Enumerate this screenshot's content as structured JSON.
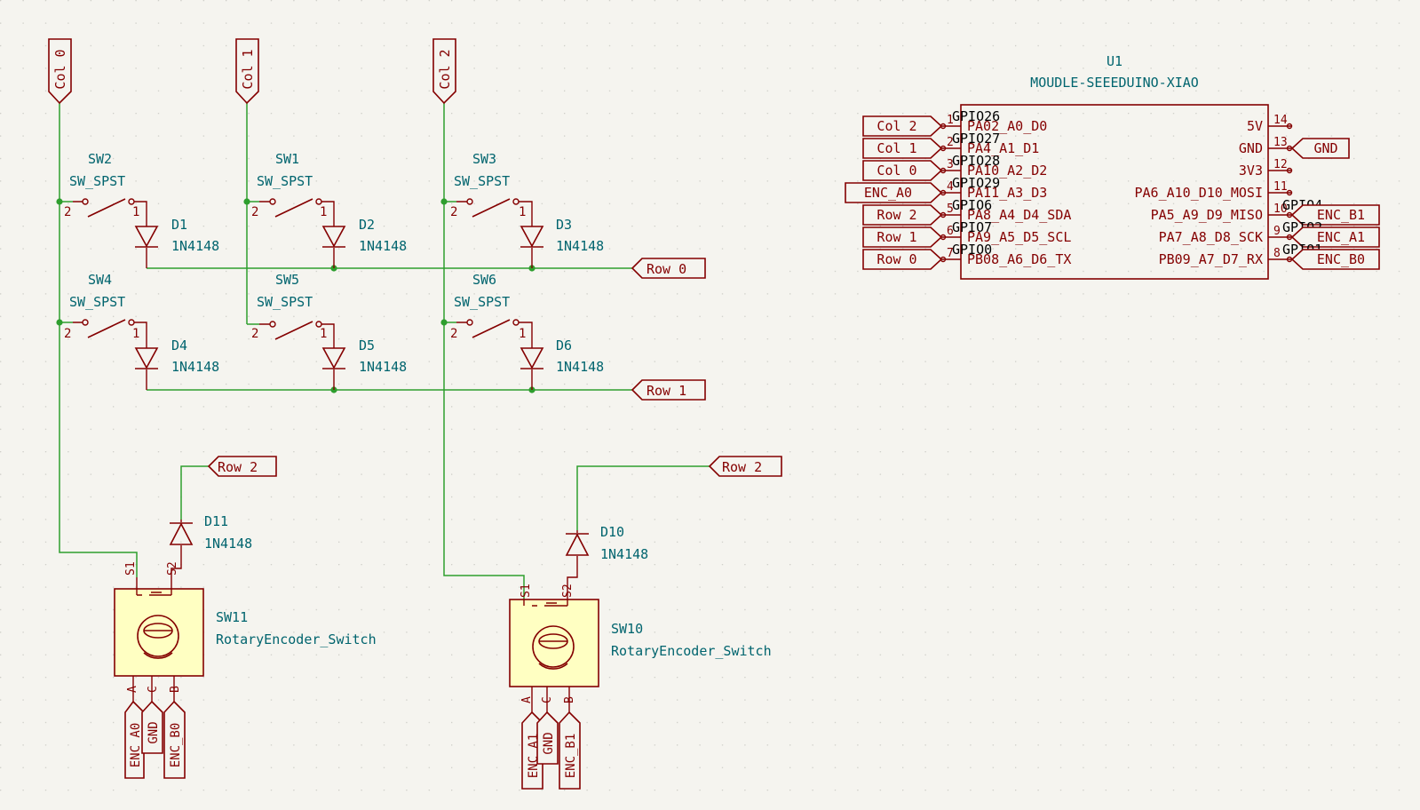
{
  "colors": {
    "background": "#f5f4ef",
    "wire": "#2e9e2e",
    "symbol": "#840000",
    "reference_text": "#00646e",
    "part_fill": "#ffffc2",
    "grid": "#c9c9c3"
  },
  "column_labels": [
    "Col 0",
    "Col 1",
    "Col 2"
  ],
  "row_labels": [
    "Row 0",
    "Row 1",
    "Row 2",
    "Row 2"
  ],
  "switches": [
    {
      "ref": "SW2",
      "value": "SW_SPST",
      "pin_a": "2",
      "pin_b": "1"
    },
    {
      "ref": "SW1",
      "value": "SW_SPST",
      "pin_a": "2",
      "pin_b": "1"
    },
    {
      "ref": "SW3",
      "value": "SW_SPST",
      "pin_a": "2",
      "pin_b": "1"
    },
    {
      "ref": "SW4",
      "value": "SW_SPST",
      "pin_a": "2",
      "pin_b": "1"
    },
    {
      "ref": "SW5",
      "value": "SW_SPST",
      "pin_a": "2",
      "pin_b": "1"
    },
    {
      "ref": "SW6",
      "value": "SW_SPST",
      "pin_a": "2",
      "pin_b": "1"
    }
  ],
  "diodes": [
    {
      "ref": "D1",
      "value": "1N4148"
    },
    {
      "ref": "D2",
      "value": "1N4148"
    },
    {
      "ref": "D3",
      "value": "1N4148"
    },
    {
      "ref": "D4",
      "value": "1N4148"
    },
    {
      "ref": "D5",
      "value": "1N4148"
    },
    {
      "ref": "D6",
      "value": "1N4148"
    },
    {
      "ref": "D11",
      "value": "1N4148"
    },
    {
      "ref": "D10",
      "value": "1N4148"
    }
  ],
  "encoders": [
    {
      "ref": "SW11",
      "value": "RotaryEncoder_Switch",
      "pins": [
        "S1",
        "S2",
        "A",
        "C",
        "B"
      ],
      "labels": [
        "ENC_A0",
        "GND",
        "ENC_B0"
      ]
    },
    {
      "ref": "SW10",
      "value": "RotaryEncoder_Switch",
      "pins": [
        "S1",
        "S2",
        "A",
        "C",
        "B"
      ],
      "labels": [
        "ENC_A1",
        "GND",
        "ENC_B1"
      ]
    }
  ],
  "mcu": {
    "ref": "U1",
    "value": "MOUDLE-SEEEDUINO-XIAO",
    "left_pins": [
      {
        "num": "1",
        "name": "PA02_A0_D0",
        "gpio": "GPIO26",
        "label": "Col 2"
      },
      {
        "num": "2",
        "name": "PA4_A1_D1",
        "gpio": "GPIO27",
        "label": "Col 1"
      },
      {
        "num": "3",
        "name": "PA10_A2_D2",
        "gpio": "GPIO28",
        "label": "Col 0"
      },
      {
        "num": "4",
        "name": "PA11_A3_D3",
        "gpio": "GPIO29",
        "label": "ENC_A0"
      },
      {
        "num": "5",
        "name": "PA8_A4_D4_SDA",
        "gpio": "GPIO6",
        "label": "Row 2"
      },
      {
        "num": "6",
        "name": "PA9_A5_D5_SCL",
        "gpio": "GPIO7",
        "label": "Row 1"
      },
      {
        "num": "7",
        "name": "PB08_A6_D6_TX",
        "gpio": "GPIO0",
        "label": "Row 0"
      }
    ],
    "right_pins": [
      {
        "num": "14",
        "name": "5V",
        "gpio": "",
        "label": ""
      },
      {
        "num": "13",
        "name": "GND",
        "gpio": "",
        "label": "GND"
      },
      {
        "num": "12",
        "name": "3V3",
        "gpio": "",
        "label": ""
      },
      {
        "num": "11",
        "name": "PA6_A10_D10_MOSI",
        "gpio": "",
        "label": ""
      },
      {
        "num": "10",
        "name": "PA5_A9_D9_MISO",
        "gpio": "GPIO4",
        "label": "ENC_B1"
      },
      {
        "num": "9",
        "name": "PA7_A8_D8_SCK",
        "gpio": "GPIO2",
        "label": "ENC_A1"
      },
      {
        "num": "8",
        "name": "PB09_A7_D7_RX",
        "gpio": "GPIO1",
        "label": "ENC_B0"
      }
    ]
  }
}
